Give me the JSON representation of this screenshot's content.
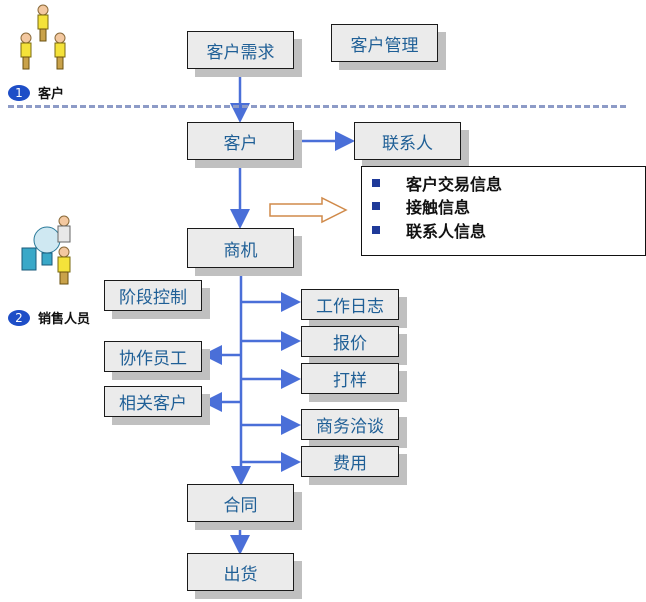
{
  "legend": {
    "customer": {
      "num": "1",
      "label": "客户"
    },
    "sales": {
      "num": "2",
      "label": "销售人员"
    }
  },
  "boxes": {
    "customer_demand": "客户需求",
    "customer_mgmt": "客户管理",
    "customer": "客户",
    "contact": "联系人",
    "opportunity": "商机",
    "stage_control": "阶段控制",
    "collaborators": "协作员工",
    "related_customers": "相关客户",
    "work_log": "工作日志",
    "quote": "报价",
    "sample": "打样",
    "negotiation": "商务洽谈",
    "expense": "费用",
    "contract": "合同",
    "shipment": "出货"
  },
  "info_list": [
    "客户交易信息",
    "接触信息",
    "联系人信息"
  ],
  "colors": {
    "box_text": "#1f5f96",
    "connector": "#4a6fd8",
    "badge": "#1e4ec7",
    "arrow_outline": "#d08a4a"
  }
}
